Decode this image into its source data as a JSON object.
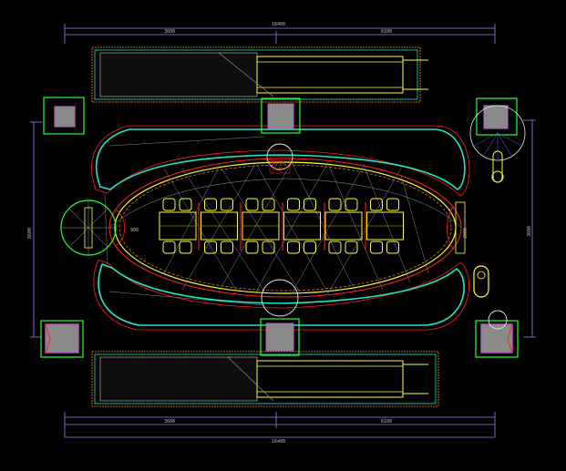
{
  "drawing": {
    "background": "#000000",
    "colors": {
      "dimension": "#8a8aff",
      "cyan": "#22e6c8",
      "green": "#28ff28",
      "yellow": "#ffff30",
      "red": "#ff2020",
      "white": "#e8e8e8",
      "gray": "#9a9a9a",
      "magenta": "#b060c0",
      "orange": "#ff8a20"
    },
    "dimensions": {
      "top_total": "16400",
      "top_left": "3600",
      "top_right": "6100",
      "bottom_total": "16400",
      "bottom_left": "3600",
      "bottom_right": "6100",
      "left_vertical": "8600",
      "right_vertical": "3600",
      "center_right": "2000",
      "center_left": "900"
    },
    "annotations": {
      "red_note_1": "ABOVE",
      "red_note_2": "ELEV"
    },
    "tables": {
      "count": 6,
      "chairs_per_side": 2
    }
  }
}
